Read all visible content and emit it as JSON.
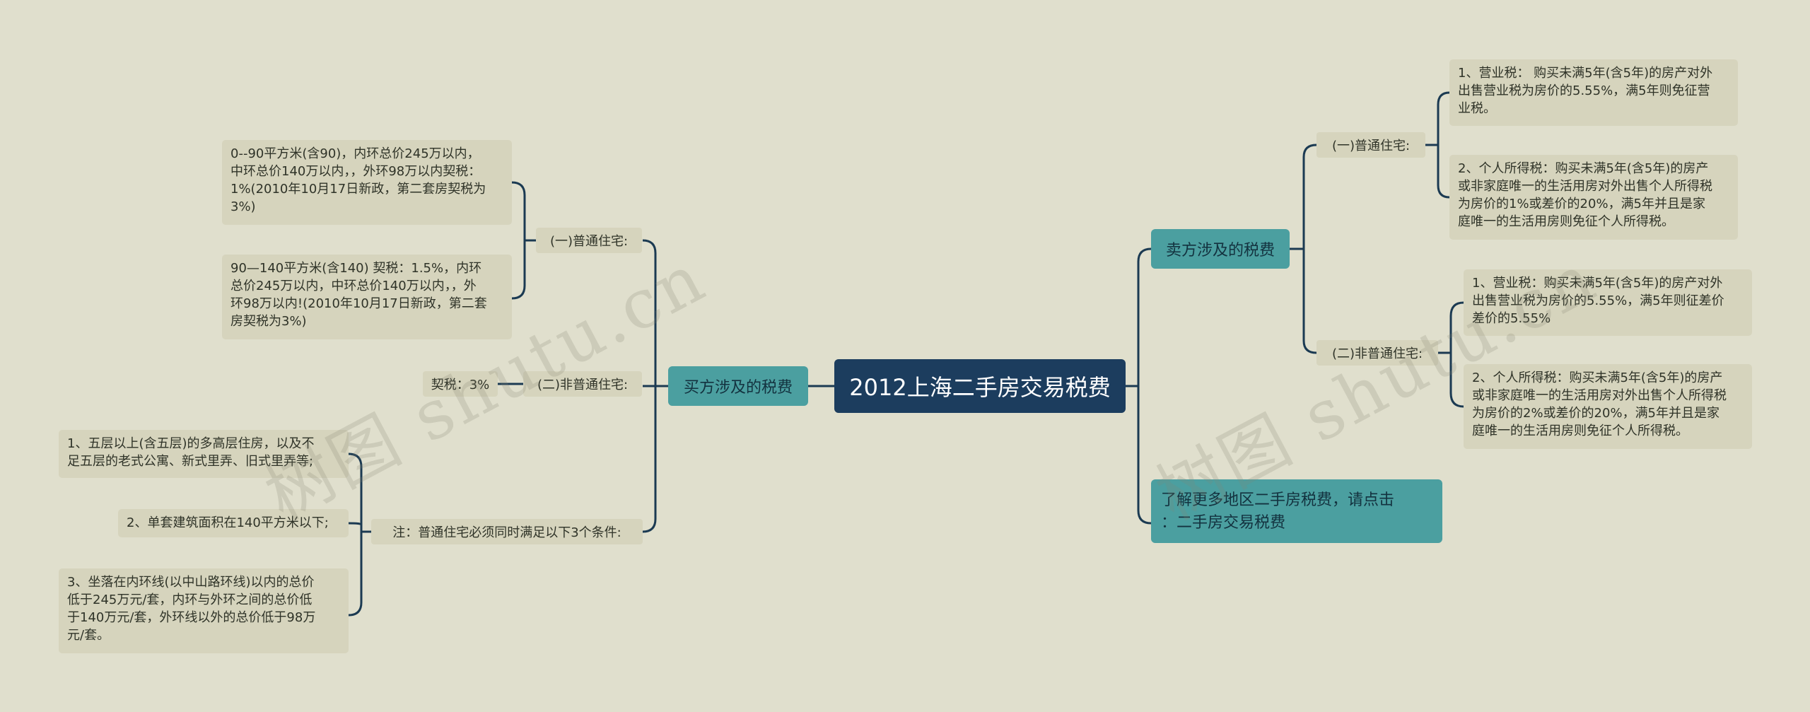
{
  "watermark": "树图 shutu.cn",
  "root": {
    "title": "2012上海二手房交易税费"
  },
  "buyer": {
    "title": "买方涉及的税费",
    "ordinary": {
      "label": "(一)普通住宅:",
      "items": [
        "0--90平方米(含90)，内环总价245万以内，\n中环总价140万以内，，外环98万以内契税：\n1%(2010年10月17日新政，第二套房契税为\n3%)",
        "90—140平方米(含140) 契税：1.5%，内环\n总价245万以内，中环总价140万以内，，外\n环98万以内!(2010年10月17日新政，第二套\n房契税为3%)"
      ]
    },
    "nonordinary": {
      "label": "(二)非普通住宅:",
      "items": [
        "契税：3%"
      ]
    },
    "note": {
      "label": "注：普通住宅必须同时满足以下3个条件:",
      "items": [
        "1、五层以上(含五层)的多高层住房，以及不\n足五层的老式公寓、新式里弄、旧式里弄等;",
        "2、单套建筑面积在140平方米以下;",
        "3、坐落在内环线(以中山路环线)以内的总价\n低于245万元/套，内环与外环之间的总价低\n于140万元/套，外环线以外的总价低于98万\n元/套。"
      ]
    }
  },
  "seller": {
    "title": "卖方涉及的税费",
    "ordinary": {
      "label": "(一)普通住宅:",
      "items": [
        "1、营业税：  购买未满5年(含5年)的房产对外\n出售营业税为房价的5.55%，满5年则免征营\n业税。",
        "2、个人所得税：购买未满5年(含5年)的房产\n或非家庭唯一的生活用房对外出售个人所得税\n为房价的1%或差价的20%，满5年并且是家\n庭唯一的生活用房则免征个人所得税。"
      ]
    },
    "nonordinary": {
      "label": "(二)非普通住宅:",
      "items": [
        "1、营业税：购买未满5年(含5年)的房产对外\n出售营业税为房价的5.55%，满5年则征差价\n差价的5.55%",
        "2、个人所得税：购买未满5年(含5年)的房产\n或非家庭唯一的生活用房对外出售个人所得税\n为房价的2%或差价的20%，满5年并且是家\n庭唯一的生活用房则免征个人所得税。"
      ]
    }
  },
  "more": {
    "text": "了解更多地区二手房税费，请点击\n：二手房交易税费"
  }
}
